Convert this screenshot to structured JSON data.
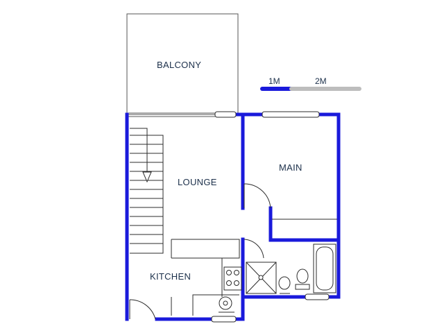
{
  "plan": {
    "rooms": {
      "balcony": "BALCONY",
      "lounge": "LOUNGE",
      "main": "MAIN",
      "kitchen": "KITCHEN"
    },
    "scale": {
      "label_1": "1M",
      "label_2": "2M"
    }
  },
  "colors": {
    "wall": "#1a1adb",
    "line": "#2b2b2b",
    "scale_grey": "#bdbdbd",
    "text": "#1b2f4a"
  }
}
